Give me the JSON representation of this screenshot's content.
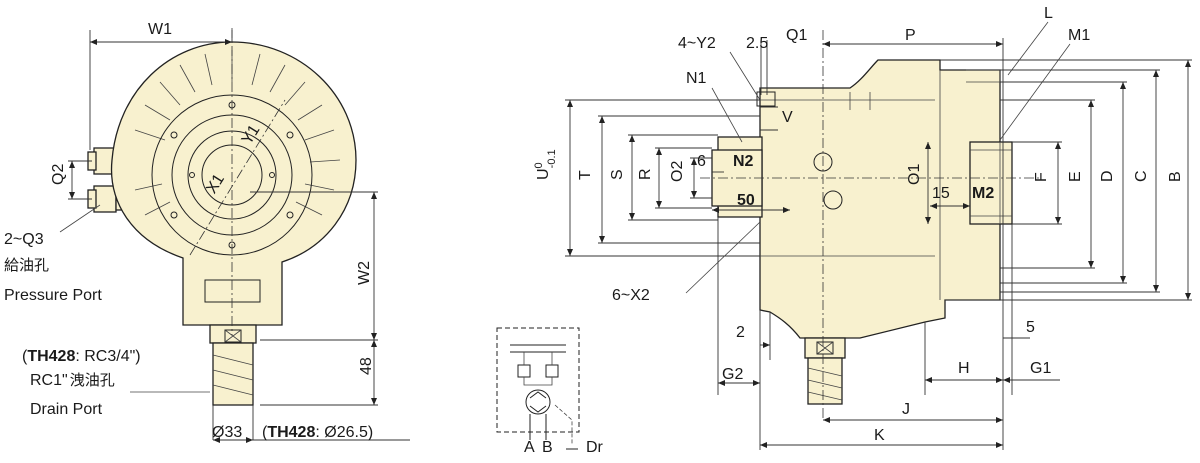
{
  "colors": {
    "body_fill": "#f8f1cf",
    "line": "#222222"
  },
  "front_view": {
    "W1": "W1",
    "Q2": "Q2",
    "X1": "X1",
    "Y1": "Y1",
    "W2": "W2",
    "d48": "48",
    "pressure_port_count": "2~Q3",
    "pressure_port_cn": "給油孔",
    "pressure_port_en": "Pressure Port",
    "drain_note_bold": "TH428",
    "drain_note_rest": ": RC3/4\")",
    "drain_note_open": "(",
    "drain_rc": "RC1\"",
    "drain_cn": "洩油孔",
    "drain_en": "Drain Port",
    "dia33": "Ø33",
    "dia_th_open": "(",
    "dia_th_bold": "TH428",
    "dia_th_rest": ": Ø26.5)"
  },
  "hydraulic_symbol": {
    "A": "A",
    "B": "B",
    "Dr": "Dr"
  },
  "side_view": {
    "Y2": "4~Y2",
    "d25": "2.5",
    "Q1": "Q1",
    "P": "P",
    "L": "L",
    "M1": "M1",
    "N1": "N1",
    "V": "V",
    "U": "U",
    "U_sup": "0",
    "U_sub": "-0.1",
    "T": "T",
    "S": "S",
    "R": "R",
    "O2": "O2",
    "d6": "6",
    "N2": "N2",
    "d50": "50",
    "O1": "O1",
    "d15": "15",
    "M2": "M2",
    "F": "F",
    "E": "E",
    "D": "D",
    "C": "C",
    "B": "B",
    "X2": "6~X2",
    "d2": "2",
    "G2": "G2",
    "d5": "5",
    "H": "H",
    "G1": "G1",
    "J": "J",
    "K": "K"
  }
}
